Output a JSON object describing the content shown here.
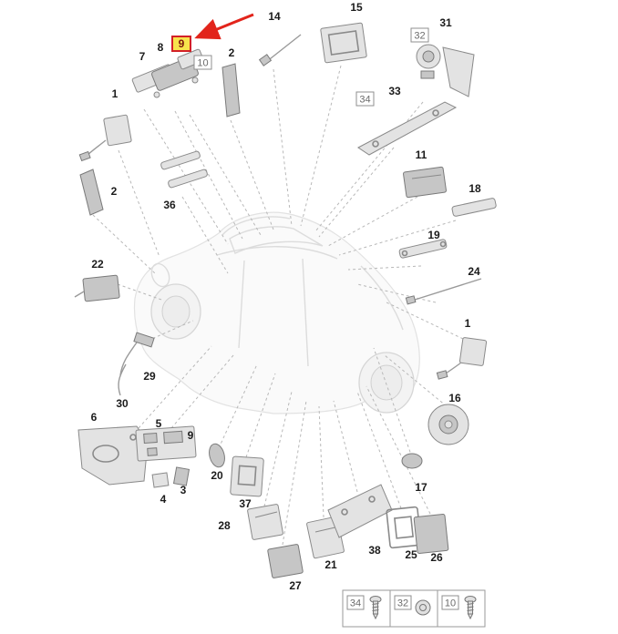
{
  "highlight": {
    "target_label": "9",
    "box_fill": "#f7e34c",
    "box_border": "#d22027",
    "arrow_color": "#e2241b"
  },
  "parts": [
    {
      "label": "14"
    },
    {
      "label": "15"
    },
    {
      "label": "31"
    },
    {
      "label": "32",
      "boxed": true
    },
    {
      "label": "8"
    },
    {
      "label": "9",
      "highlighted": true
    },
    {
      "label": "7"
    },
    {
      "label": "10",
      "boxed": true
    },
    {
      "label": "2"
    },
    {
      "label": "1"
    },
    {
      "label": "34",
      "boxed": true
    },
    {
      "label": "33"
    },
    {
      "label": "11"
    },
    {
      "label": "18"
    },
    {
      "label": "2"
    },
    {
      "label": "36"
    },
    {
      "label": "19"
    },
    {
      "label": "24"
    },
    {
      "label": "22"
    },
    {
      "label": "1"
    },
    {
      "label": "29"
    },
    {
      "label": "30"
    },
    {
      "label": "16"
    },
    {
      "label": "6"
    },
    {
      "label": "5"
    },
    {
      "label": "9"
    },
    {
      "label": "20"
    },
    {
      "label": "3"
    },
    {
      "label": "4"
    },
    {
      "label": "37"
    },
    {
      "label": "28"
    },
    {
      "label": "17"
    },
    {
      "label": "38"
    },
    {
      "label": "25"
    },
    {
      "label": "26"
    },
    {
      "label": "21"
    },
    {
      "label": "27"
    }
  ],
  "legend": {
    "items": [
      {
        "label": "34",
        "icon": "screw-icon"
      },
      {
        "label": "32",
        "icon": "nut-icon"
      },
      {
        "label": "10",
        "icon": "screw-icon"
      }
    ]
  },
  "colors": {
    "background": "#ffffff",
    "label_text": "#1b1b1b",
    "boxed_label_text": "#6b6b6b",
    "leader_line": "#b8b8b8",
    "car_outline": "#dcdcdc",
    "part_outline": "#8a8a8a"
  }
}
